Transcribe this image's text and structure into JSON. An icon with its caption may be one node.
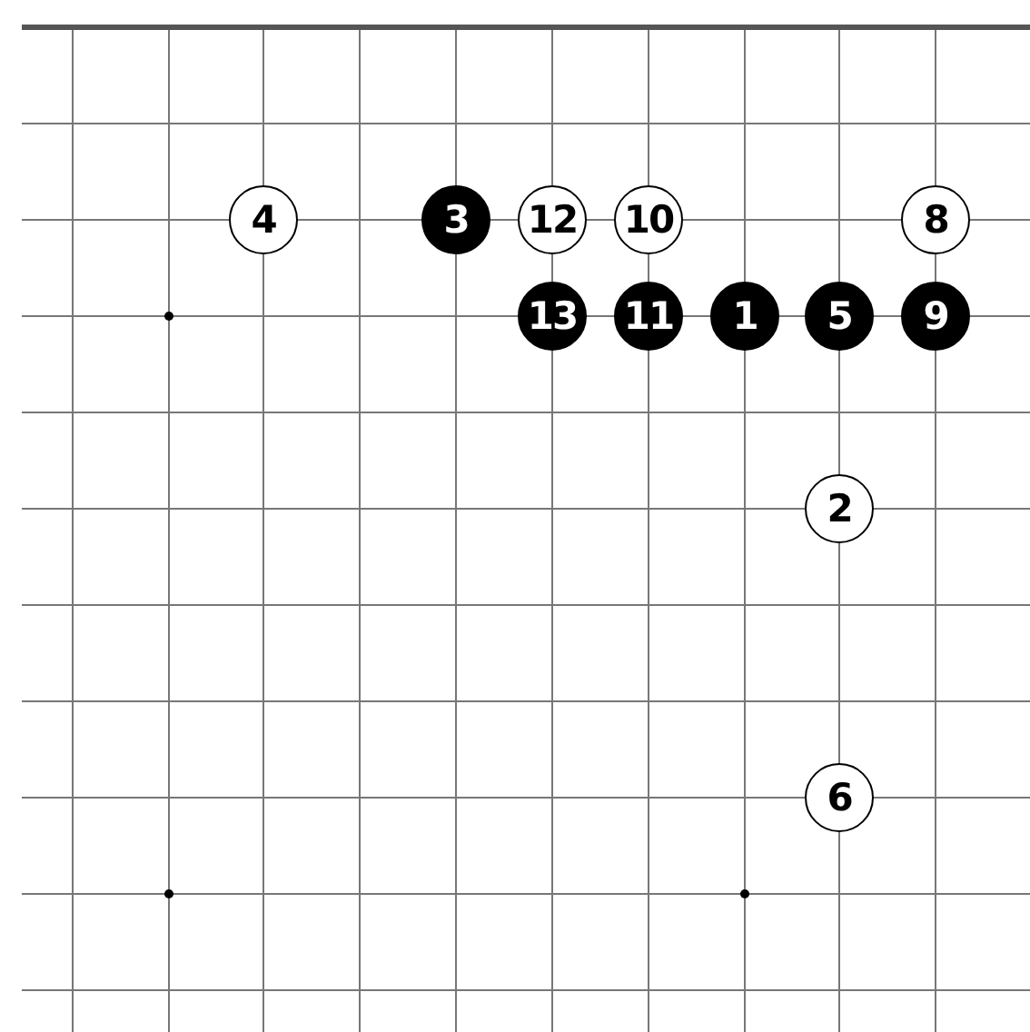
{
  "diagram": {
    "nodes": [
      {
        "text": [
          "4"
        ]
      },
      {
        "text": [
          "3"
        ]
      },
      {
        "text": [
          "12"
        ]
      },
      {
        "text": [
          "10"
        ]
      },
      {
        "text": [
          "8"
        ]
      },
      {
        "text": [
          "13"
        ]
      },
      {
        "text": [
          "11"
        ]
      },
      {
        "text": [
          "1"
        ]
      },
      {
        "text": [
          "5"
        ]
      },
      {
        "text": [
          "9"
        ]
      },
      {
        "text": [
          "2"
        ]
      },
      {
        "text": [
          "6"
        ]
      }
    ]
  }
}
